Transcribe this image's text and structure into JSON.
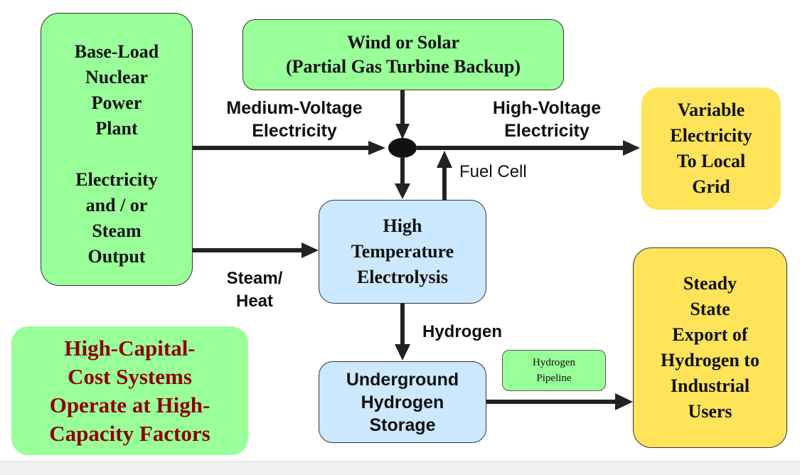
{
  "nodes": {
    "nuclear": "Base-Load\nNuclear\nPower\n Plant\n\nElectricity\nand / or\nSteam\nOutput",
    "wind_solar": "Wind or Solar\n(Partial Gas Turbine Backup)",
    "variable_electricity": "Variable\nElectricity\nTo Local\nGrid",
    "hte": "High\nTemperature\nElectrolysis",
    "storage": "Underground\nHydrogen\nStorage",
    "export": "Steady\nState\nExport of\nHydrogen to\nIndustrial\nUsers",
    "capital": "High-Capital-\nCost Systems\nOperate at High-\nCapacity Factors",
    "pipeline": "Hydrogen\nPipeline"
  },
  "labels": {
    "medium_voltage": "Medium-Voltage\nElectricity",
    "high_voltage": "High-Voltage\nElectricity",
    "fuel_cell": "Fuel Cell",
    "steam_heat": "Steam/\nHeat",
    "hydrogen": "Hydrogen"
  },
  "colors": {
    "green_box": "#99ff99",
    "yellow_box": "#ffe359",
    "blue_box": "#cce8ff",
    "capital_text": "#8b0000",
    "arrow": "#222222"
  }
}
